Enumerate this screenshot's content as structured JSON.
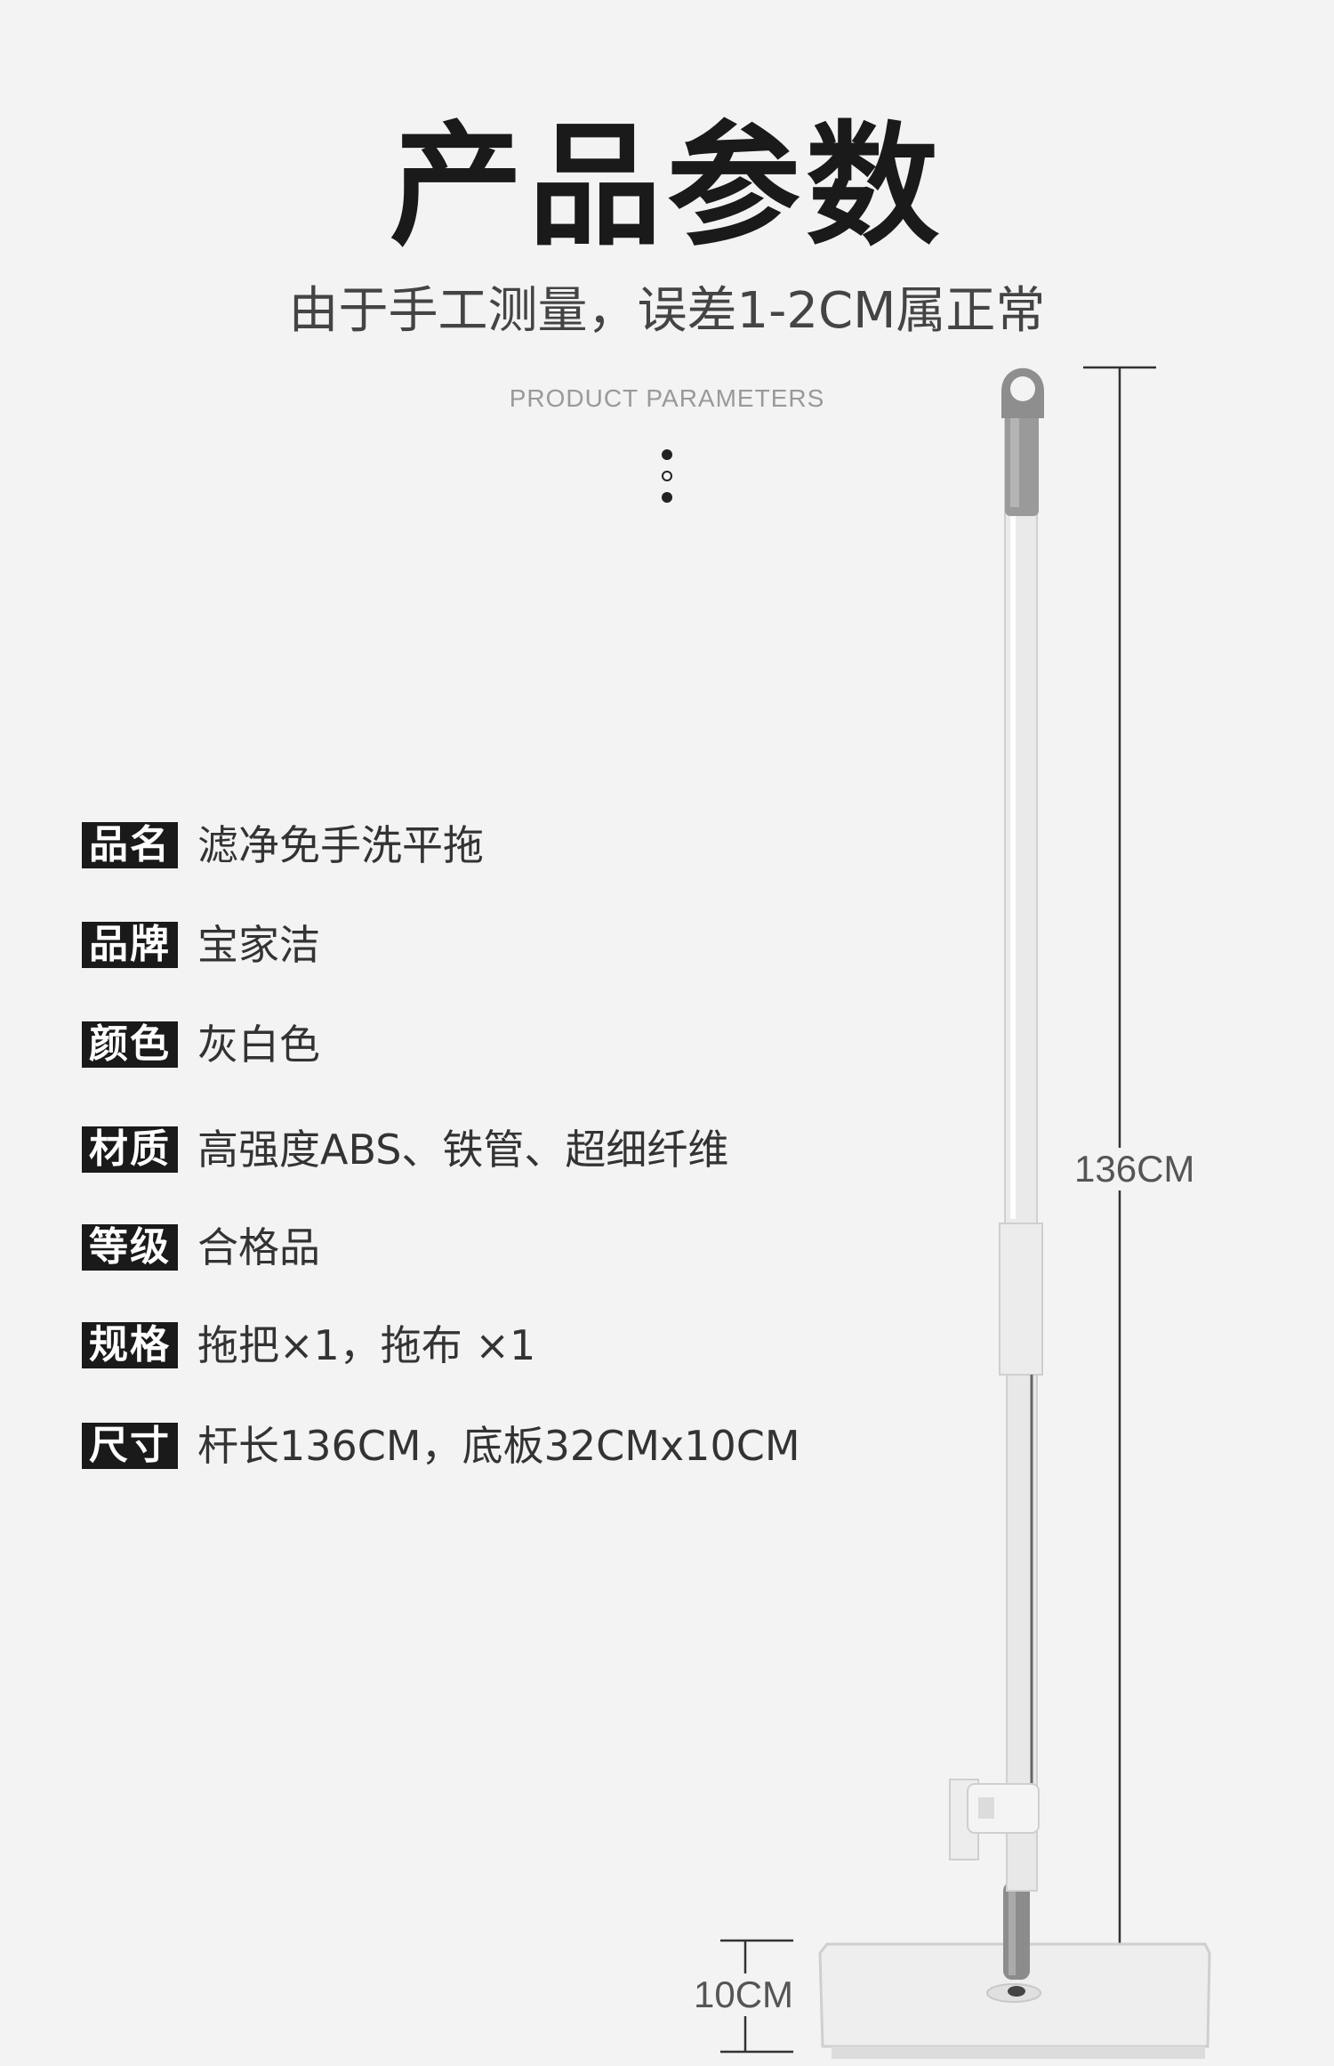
{
  "header": {
    "title": "产品参数",
    "subtitle": "由于手工测量，误差1-2CM属正常",
    "en_title": "PRODUCT PARAMETERS"
  },
  "params": [
    {
      "label": "品名",
      "value": "滤净免手洗平拖"
    },
    {
      "label": "品牌",
      "value": "宝家洁"
    },
    {
      "label": "颜色",
      "value": "灰白色"
    },
    {
      "label": "材质",
      "value": "高强度ABS、铁管、超细纤维"
    },
    {
      "label": "等级",
      "value": "合格品"
    },
    {
      "label": "规格",
      "value": "拖把×1，拖布 ×1"
    },
    {
      "label": "尺寸",
      "value": "杆长136CM，底板32CMx10CM"
    }
  ],
  "dimensions": {
    "height_label": "136CM",
    "plate_label": "10CM"
  },
  "colors": {
    "background": "#f3f3f3",
    "tag_bg": "#1a1a1a",
    "pole": "#e9e9e9",
    "accent_gray": "#8c8c8c"
  }
}
